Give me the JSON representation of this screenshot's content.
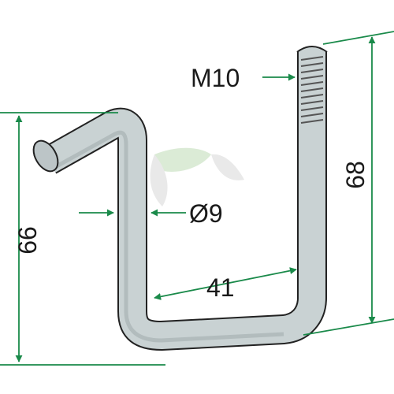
{
  "colors": {
    "dimension": "#1a8a4a",
    "outline": "#222222",
    "part_fill": "#c9d2d3",
    "part_shade": "#9fa9ab",
    "watermark_green": "#cfe5c9",
    "watermark_gray": "#e2e2e2"
  },
  "dimensions": {
    "thread": "M10",
    "diameter": "Ø9",
    "width": "41",
    "height_left": "66",
    "height_right": "68"
  }
}
